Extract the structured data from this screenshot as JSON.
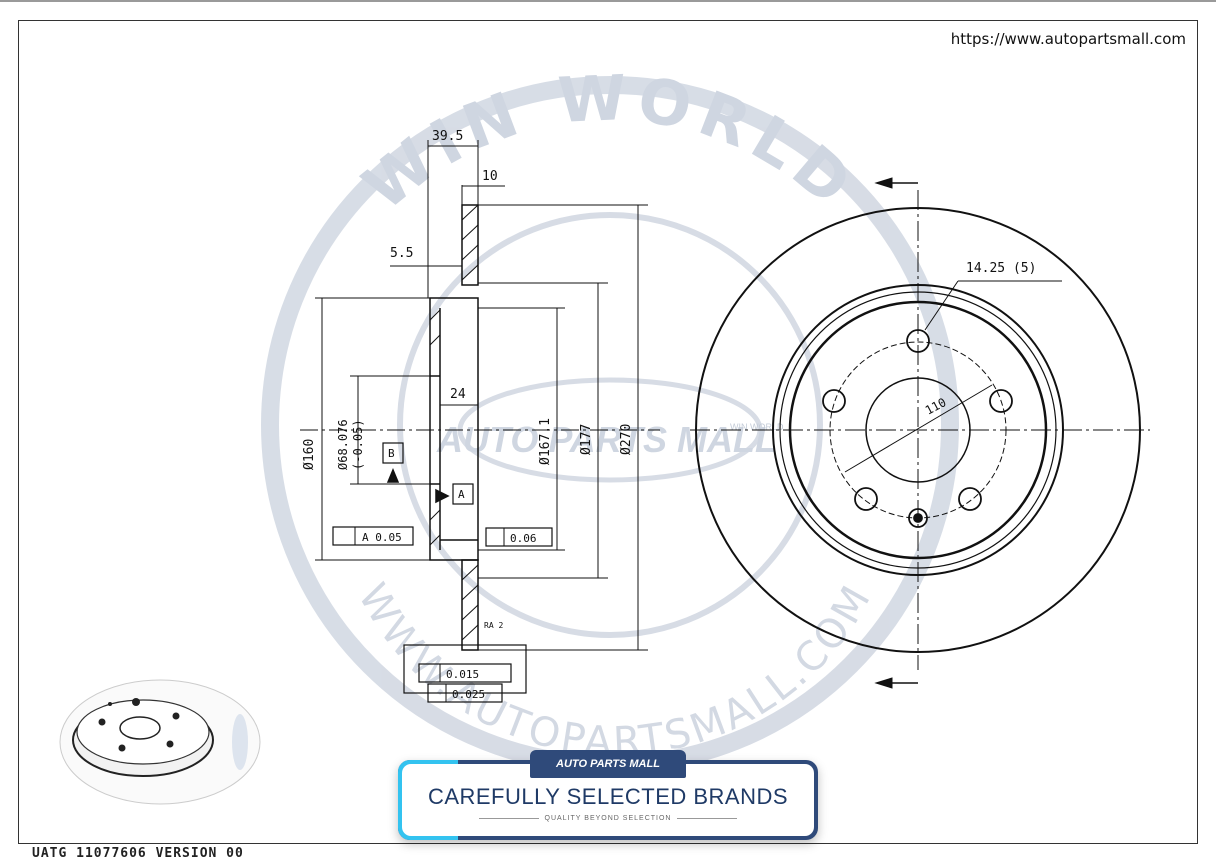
{
  "url": "https://www.autopartsmall.com",
  "footer_code": "UATG 11077606 VERSION 00",
  "watermark": {
    "ring_top": "WIN WORLD",
    "ring_bottom": "WWW.AUTOPARTSMALL.COM",
    "center_logo": "AUTO PARTS MALL",
    "center_tag": "WIN WORLD",
    "color": "#c9d0dc"
  },
  "dims": {
    "overall_width": "39.5",
    "disc_thickness": "10",
    "offset": "5.5",
    "hub_depth": "24",
    "dia_hub": "Ø160",
    "dia_center_bore": "Ø68.076",
    "dia_center_bore_tol": "(-0.05)",
    "dia_inner": "Ø167.1",
    "dia_friction_inner": "Ø177",
    "dia_outer": "Ø270",
    "bolt_holes": "14.25 (5)",
    "pcd": "110",
    "datum_b": "B",
    "datum_a": "A",
    "runout_left": "A 0.05",
    "runout_right": "0.06",
    "parallelism": "0.015",
    "flatness": "0.025",
    "surface_note": "RA 2"
  },
  "badge": {
    "logo": "AUTO PARTS MALL",
    "title": "CAREFULLY SELECTED BRANDS",
    "subtitle": "QUALITY BEYOND SELECTION",
    "primary_color": "#2f4a7a",
    "accent_color": "#33c3f0"
  }
}
